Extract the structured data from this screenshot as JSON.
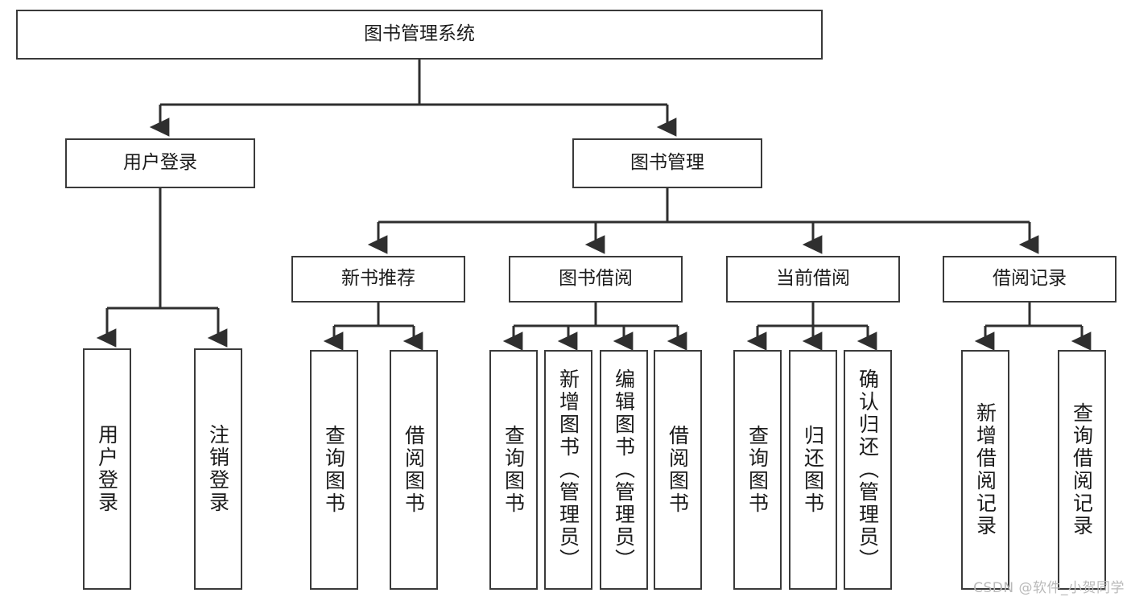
{
  "diagram": {
    "title": "图书管理系统",
    "watermark": "CSDN @软件_小贺同学",
    "colors": {
      "background": "#ffffff",
      "stroke": "#3a3a3a",
      "text": "#1b1b1b",
      "watermark": "#b9b9b9"
    },
    "nodes": {
      "root": {
        "label": "图书管理系统"
      },
      "level2": [
        {
          "label": "用户登录"
        },
        {
          "label": "图书管理"
        }
      ],
      "level3": [
        {
          "label": "新书推荐"
        },
        {
          "label": "图书借阅"
        },
        {
          "label": "当前借阅"
        },
        {
          "label": "借阅记录"
        }
      ],
      "leaves": {
        "user_login": [
          {
            "label": "用户登录"
          },
          {
            "label": "注销登录"
          }
        ],
        "new_book": [
          {
            "label": "查询图书"
          },
          {
            "label": "借阅图书"
          }
        ],
        "borrow_book": [
          {
            "label": "查询图书"
          },
          {
            "label": "新增图书（管理员）"
          },
          {
            "label": "编辑图书（管理员）"
          },
          {
            "label": "借阅图书"
          }
        ],
        "current_borrow": [
          {
            "label": "查询图书"
          },
          {
            "label": "归还图书"
          },
          {
            "label": "确认归还（管理员）"
          }
        ],
        "borrow_record": [
          {
            "label": "新增借阅记录"
          },
          {
            "label": "查询借阅记录"
          }
        ]
      }
    }
  }
}
